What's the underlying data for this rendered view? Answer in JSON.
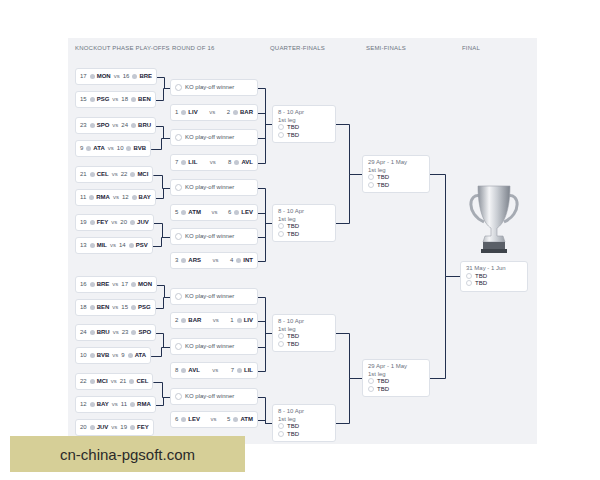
{
  "diagram": {
    "nodes": [
      {
        "text": [
          "17",
          "MON",
          "vs",
          "16",
          "BRE"
        ]
      },
      {
        "text": [
          "15",
          "PSG",
          "vs",
          "18",
          "BEN"
        ]
      },
      {
        "text": [
          "23",
          "SPO",
          "vs",
          "24",
          "BRU"
        ]
      },
      {
        "text": [
          "9",
          "ATA",
          "vs",
          "10",
          "BVB"
        ]
      },
      {
        "text": [
          "21",
          "CEL",
          "vs",
          "22",
          "MCI"
        ]
      },
      {
        "text": [
          "11",
          "RMA",
          "vs",
          "12",
          "BAY"
        ]
      },
      {
        "text": [
          "19",
          "FEY",
          "vs",
          "20",
          "JUV"
        ]
      },
      {
        "text": [
          "13",
          "MIL",
          "vs",
          "14",
          "PSV"
        ]
      },
      {
        "text": [
          "16",
          "BRE",
          "vs",
          "17",
          "MON"
        ]
      },
      {
        "text": [
          "18",
          "BEN",
          "vs",
          "15",
          "PSG"
        ]
      },
      {
        "text": [
          "24",
          "BRU",
          "vs",
          "23",
          "SPO"
        ]
      },
      {
        "text": [
          "10",
          "BVB",
          "vs",
          "9",
          "ATA"
        ]
      },
      {
        "text": [
          "22",
          "MCI",
          "vs",
          "21",
          "CEL"
        ]
      },
      {
        "text": [
          "12",
          "BAY",
          "vs",
          "11",
          "RMA"
        ]
      },
      {
        "text": [
          "20",
          "JUV",
          "vs",
          "19",
          "FEY"
        ]
      },
      {
        "text": [
          "KO play-off winner"
        ]
      },
      {
        "text": [
          "1",
          "LIV",
          "vs",
          "2",
          "BAR"
        ]
      },
      {
        "text": [
          "KO play-off winner"
        ]
      },
      {
        "text": [
          "7",
          "LIL",
          "vs",
          "8",
          "AVL"
        ]
      },
      {
        "text": [
          "KO play-off winner"
        ]
      },
      {
        "text": [
          "5",
          "ATM",
          "vs",
          "6",
          "LEV"
        ]
      },
      {
        "text": [
          "KO play-off winner"
        ]
      },
      {
        "text": [
          "3",
          "ARS",
          "vs",
          "4",
          "INT"
        ]
      },
      {
        "text": [
          "KO play-off winner"
        ]
      },
      {
        "text": [
          "2",
          "BAR",
          "vs",
          "1",
          "LIV"
        ]
      },
      {
        "text": [
          "KO play-off winner"
        ]
      },
      {
        "text": [
          "8",
          "AVL",
          "vs",
          "7",
          "LIL"
        ]
      },
      {
        "text": [
          "KO play-off winner"
        ]
      },
      {
        "text": [
          "6",
          "LEV",
          "vs",
          "5",
          "ATM"
        ]
      },
      {
        "text": [
          "8 - 10 Apr",
          "1st leg",
          "TBD",
          "TBD"
        ]
      },
      {
        "text": [
          "8 - 10 Apr",
          "1st leg",
          "TBD",
          "TBD"
        ]
      },
      {
        "text": [
          "8 - 10 Apr",
          "1st leg",
          "TBD",
          "TBD"
        ]
      },
      {
        "text": [
          "8 - 10 Apr",
          "1st leg",
          "TBD",
          "TBD"
        ]
      },
      {
        "text": [
          "29 Apr - 1 May",
          "1st leg",
          "TBD",
          "TBD"
        ]
      },
      {
        "text": [
          "29 Apr - 1 May",
          "1st leg",
          "TBD",
          "TBD"
        ]
      },
      {
        "text": [
          "31 May - 1 Jun",
          "TBD",
          "TBD"
        ]
      }
    ],
    "edges": [
      {
        "from": 0,
        "to": 15,
        "arrow": "none"
      },
      {
        "from": 1,
        "to": 15,
        "arrow": "none"
      },
      {
        "from": 2,
        "to": 17,
        "arrow": "none"
      },
      {
        "from": 3,
        "to": 17,
        "arrow": "none"
      },
      {
        "from": 4,
        "to": 19,
        "arrow": "none"
      },
      {
        "from": 5,
        "to": 19,
        "arrow": "none"
      },
      {
        "from": 6,
        "to": 21,
        "arrow": "none"
      },
      {
        "from": 7,
        "to": 21,
        "arrow": "none"
      },
      {
        "from": 8,
        "to": 23,
        "arrow": "none"
      },
      {
        "from": 9,
        "to": 23,
        "arrow": "none"
      },
      {
        "from": 10,
        "to": 25,
        "arrow": "none"
      },
      {
        "from": 11,
        "to": 25,
        "arrow": "none"
      },
      {
        "from": 12,
        "to": 27,
        "arrow": "none"
      },
      {
        "from": 13,
        "to": 27,
        "arrow": "none"
      },
      {
        "from": 15,
        "to": 29,
        "arrow": "none"
      },
      {
        "from": 16,
        "to": 29,
        "arrow": "none"
      },
      {
        "from": 17,
        "to": 29,
        "arrow": "none"
      },
      {
        "from": 18,
        "to": 29,
        "arrow": "none"
      },
      {
        "from": 19,
        "to": 30,
        "arrow": "none"
      },
      {
        "from": 20,
        "to": 30,
        "arrow": "none"
      },
      {
        "from": 21,
        "to": 30,
        "arrow": "none"
      },
      {
        "from": 22,
        "to": 30,
        "arrow": "none"
      },
      {
        "from": 23,
        "to": 31,
        "arrow": "none"
      },
      {
        "from": 24,
        "to": 31,
        "arrow": "none"
      },
      {
        "from": 25,
        "to": 31,
        "arrow": "none"
      },
      {
        "from": 26,
        "to": 31,
        "arrow": "none"
      },
      {
        "from": 27,
        "to": 32,
        "arrow": "none"
      },
      {
        "from": 28,
        "to": 32,
        "arrow": "none"
      },
      {
        "from": 29,
        "to": 33,
        "arrow": "none"
      },
      {
        "from": 30,
        "to": 33,
        "arrow": "none"
      },
      {
        "from": 31,
        "to": 34,
        "arrow": "none"
      },
      {
        "from": 32,
        "to": 34,
        "arrow": "none"
      },
      {
        "from": 33,
        "to": 35,
        "arrow": "none"
      },
      {
        "from": 34,
        "to": 35,
        "arrow": "none"
      }
    ],
    "labels": [
      "KNOCKOUT PHASE PLAY-OFFS",
      "ROUND OF 16",
      "QUARTER-FINALS",
      "SEMI-FINALS",
      "FINAL",
      "cn-china-pgsoft.com"
    ]
  }
}
